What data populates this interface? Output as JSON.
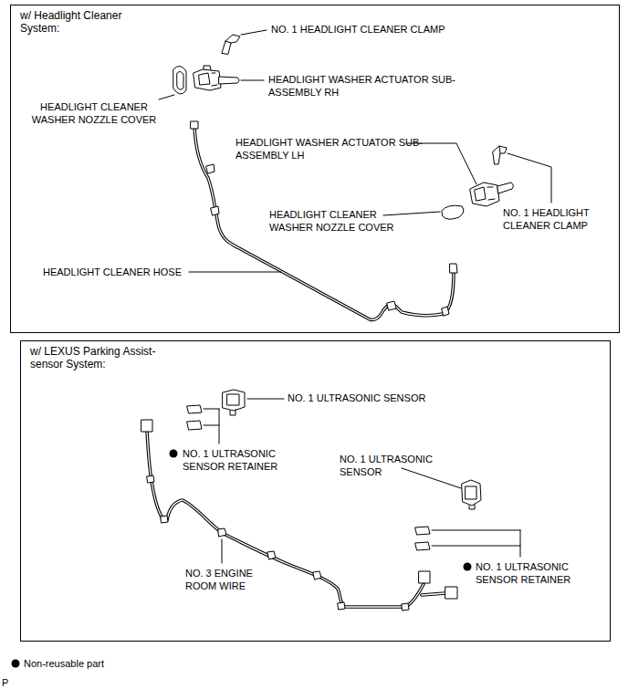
{
  "diagram": {
    "nodes": [
      {
        "text": [
          "w/ Headlight Cleaner System:"
        ]
      },
      {
        "text": [
          "w/ LEXUS Parking Assist-sensor System:"
        ]
      }
    ],
    "labels": [
      "NO. 1 HEADLIGHT CLEANER CLAMP",
      "HEADLIGHT WASHER ACTUATOR SUB-ASSEMBLY RH",
      "HEADLIGHT CLEANER WASHER NOZZLE COVER",
      "HEADLIGHT WASHER ACTUATOR SUB-ASSEMBLY LH",
      "HEADLIGHT CLEANER WASHER NOZZLE COVER",
      "NO. 1 HEADLIGHT CLEANER CLAMP",
      "HEADLIGHT CLEANER HOSE",
      "NO. 1 ULTRASONIC SENSOR",
      "NO. 1 ULTRASONIC SENSOR RETAINER",
      "NO. 1 ULTRASONIC SENSOR",
      "NO. 3 ENGINE ROOM WIRE",
      "NO. 1 ULTRASONIC SENSOR RETAINER",
      "P"
    ],
    "legend": [
      {
        "text": "Non-reusable part"
      }
    ]
  }
}
